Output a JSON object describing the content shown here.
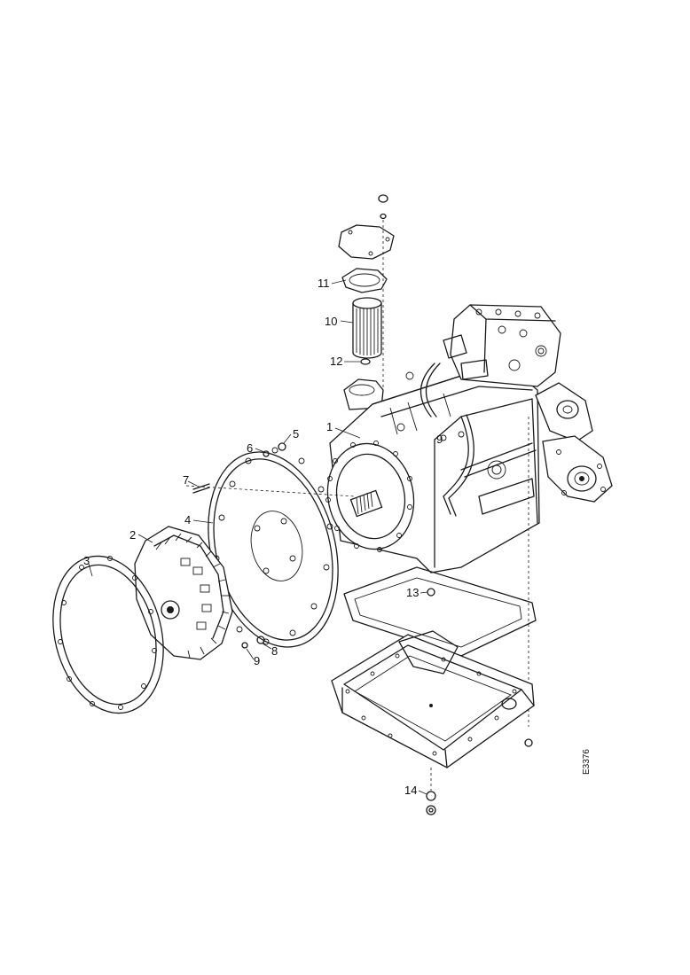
{
  "figure": {
    "callouts": [
      {
        "id": "c1",
        "text": "1"
      },
      {
        "id": "c2",
        "text": "2"
      },
      {
        "id": "c3",
        "text": "3"
      },
      {
        "id": "c4",
        "text": "4"
      },
      {
        "id": "c5",
        "text": "5"
      },
      {
        "id": "c6",
        "text": "6"
      },
      {
        "id": "c7",
        "text": "7"
      },
      {
        "id": "c8",
        "text": "8"
      },
      {
        "id": "c9a",
        "text": "9"
      },
      {
        "id": "c9b",
        "text": "9"
      },
      {
        "id": "c10",
        "text": "10"
      },
      {
        "id": "c11",
        "text": "11"
      },
      {
        "id": "c12",
        "text": "12"
      },
      {
        "id": "c13",
        "text": "13"
      },
      {
        "id": "c14",
        "text": "14"
      }
    ],
    "drawing_ref": "E3376"
  }
}
